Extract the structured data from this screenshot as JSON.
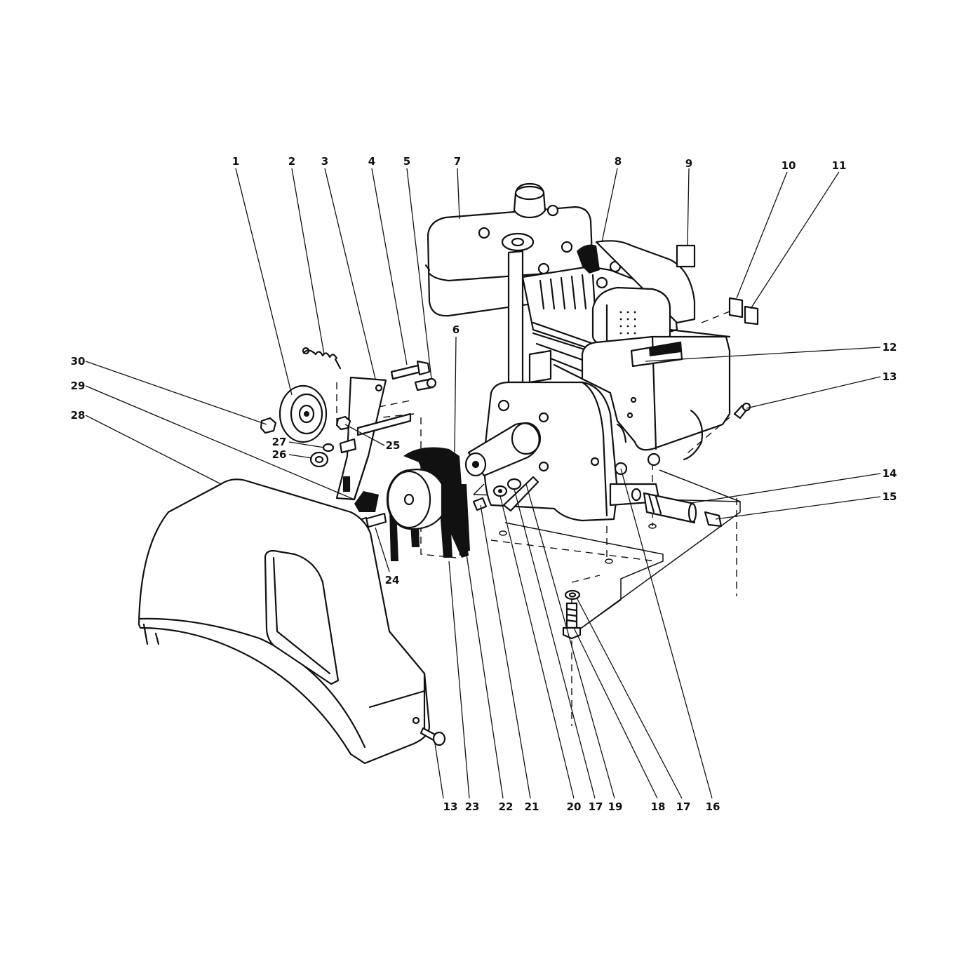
{
  "callouts": [
    {
      "id": "c1",
      "label": "1"
    },
    {
      "id": "c2",
      "label": "2"
    },
    {
      "id": "c3",
      "label": "3"
    },
    {
      "id": "c4",
      "label": "4"
    },
    {
      "id": "c5",
      "label": "5"
    },
    {
      "id": "c6",
      "label": "6"
    },
    {
      "id": "c7",
      "label": "7"
    },
    {
      "id": "c8",
      "label": "8"
    },
    {
      "id": "c9",
      "label": "9"
    },
    {
      "id": "c10",
      "label": "10"
    },
    {
      "id": "c11",
      "label": "11"
    },
    {
      "id": "c12",
      "label": "12"
    },
    {
      "id": "c13a",
      "label": "13"
    },
    {
      "id": "c14",
      "label": "14"
    },
    {
      "id": "c15",
      "label": "15"
    },
    {
      "id": "c30",
      "label": "30"
    },
    {
      "id": "c29",
      "label": "29"
    },
    {
      "id": "c28",
      "label": "28"
    },
    {
      "id": "c27",
      "label": "27"
    },
    {
      "id": "c26",
      "label": "26"
    },
    {
      "id": "c25",
      "label": "25"
    },
    {
      "id": "c24",
      "label": "24"
    },
    {
      "id": "c13b",
      "label": "13"
    },
    {
      "id": "c23",
      "label": "23"
    },
    {
      "id": "c22",
      "label": "22"
    },
    {
      "id": "c21",
      "label": "21"
    },
    {
      "id": "c20",
      "label": "20"
    },
    {
      "id": "c17a",
      "label": "17"
    },
    {
      "id": "c19",
      "label": "19"
    },
    {
      "id": "c18",
      "label": "18"
    },
    {
      "id": "c17b",
      "label": "17"
    },
    {
      "id": "c16",
      "label": "16"
    }
  ]
}
